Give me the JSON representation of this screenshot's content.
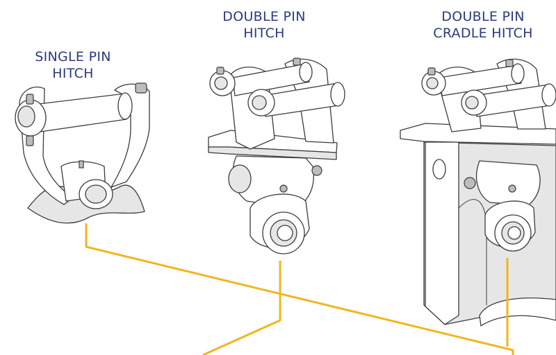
{
  "labels": {
    "single_pin": {
      "line1": "SINGLE PIN",
      "line2": "HITCH"
    },
    "double_pin": {
      "line1": "DOUBLE PIN",
      "line2": "HITCH"
    },
    "double_pin_cradle": {
      "line1": "DOUBLE PIN",
      "line2": "CRADLE HITCH"
    }
  },
  "colors": {
    "label_text": "#2a3a7c",
    "connector": "#f2b51c",
    "drawing_line": "#3b3b3b"
  }
}
